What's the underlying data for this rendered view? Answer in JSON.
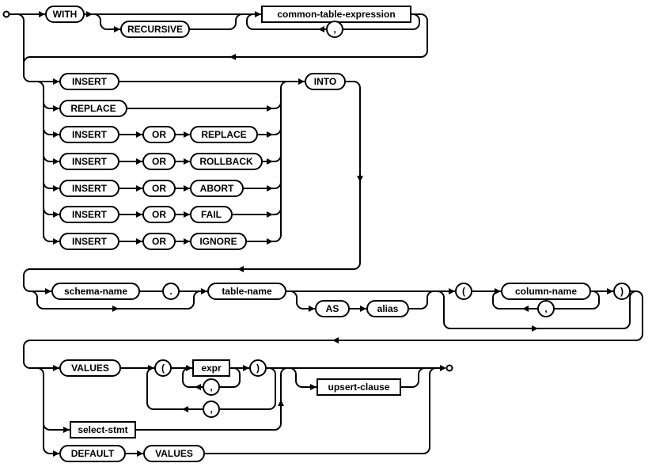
{
  "diagram": {
    "nodes": {
      "with": "WITH",
      "recursive": "RECURSIVE",
      "common_table_expression": "common-table-expression",
      "comma": ",",
      "insert": "INSERT",
      "replace": "REPLACE",
      "or": "OR",
      "rollback": "ROLLBACK",
      "abort": "ABORT",
      "fail": "FAIL",
      "ignore": "IGNORE",
      "into": "INTO",
      "schema_name": "schema-name",
      "dot": ".",
      "table_name": "table-name",
      "as": "AS",
      "alias": "alias",
      "lparen": "(",
      "column_name": "column-name",
      "rparen": ")",
      "values": "VALUES",
      "expr": "expr",
      "upsert_clause": "upsert-clause",
      "select_stmt": "select-stmt",
      "default": "DEFAULT"
    },
    "colors": {
      "line": "#000000",
      "box_fill": "#ffffff",
      "text": "#000000",
      "background": "#ffffff"
    }
  }
}
